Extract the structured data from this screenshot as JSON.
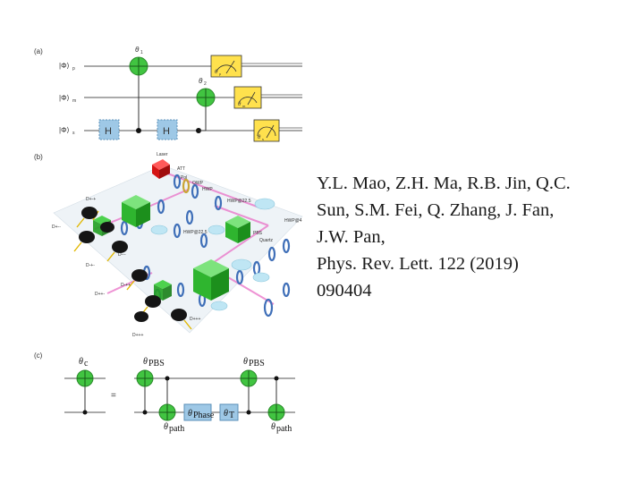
{
  "figure": {
    "panel_labels": [
      "(a)",
      "(b)",
      "(c)"
    ],
    "panel_a": {
      "qubits": [
        "|Φ⟩",
        "|Φ⟩",
        "|Φ⟩"
      ],
      "qubit_subscripts": [
        "p",
        "m",
        "s"
      ],
      "gate": "H",
      "controls": [
        "θ",
        "θ"
      ],
      "control_subscripts": [
        "1",
        "2"
      ],
      "meters": [
        "θ",
        "θ",
        "θ"
      ],
      "meter_subscripts": [
        "p",
        "m",
        "s"
      ]
    },
    "panel_b": {
      "components": [
        "Laser",
        "ATT",
        "Pol",
        "QWP",
        "HWP",
        "HWP@22.5",
        "HWP@22.5",
        "PBS",
        "Quartz",
        "HWP@4"
      ],
      "detectors": [
        "D+++",
        "D+-+",
        "D+--",
        "D-+-",
        "D---",
        "D++-",
        "D-++",
        "D+++"
      ]
    },
    "panel_c": {
      "equals": "=",
      "labels": [
        "θ",
        "θ",
        "θ",
        "θ",
        "θ",
        "θ",
        "θ"
      ],
      "subscripts": [
        "c",
        "PBS",
        "PBS",
        "path",
        "Phase",
        "T",
        "path"
      ]
    }
  },
  "citation": {
    "lines": [
      "Y.L. Mao, Z.H. Ma, R.B. Jin, Q.C.",
      "Sun, S.M. Fei, Q. Zhang, J. Fan,",
      "J.W. Pan,",
      "Phys. Rev. Lett. 122 (2019)",
      "090404"
    ]
  }
}
